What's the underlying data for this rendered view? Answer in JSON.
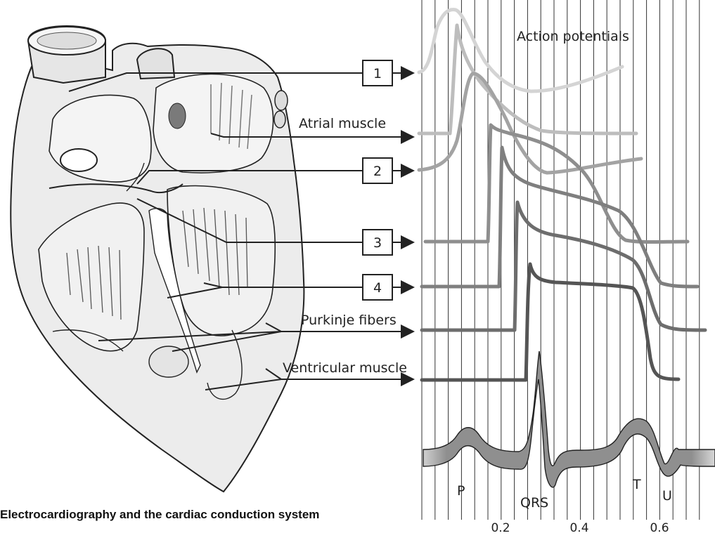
{
  "title_label": "Action potentials",
  "caption": "Electrocardiography and the cardiac conduction system",
  "labels": {
    "atrial_muscle": "Atrial muscle",
    "purkinje_fibers": "Purkinje fibers",
    "ventricular_muscle": "Ventricular muscle"
  },
  "boxes": [
    "1",
    "2",
    "3",
    "4"
  ],
  "ecg_waves": {
    "p": "P",
    "qrs": "QRS",
    "t": "T",
    "u": "U"
  },
  "time_axis": {
    "ticks": [
      "0.2",
      "0.4",
      "0.6"
    ]
  },
  "colors": {
    "trace_lightest": "#d4d4d4",
    "trace_light": "#bdbdbd",
    "trace_mid": "#a3a3a3",
    "trace_dark": "#8a8a8a",
    "trace_darker": "#777777",
    "trace_darkest": "#555555",
    "heart_fill": "#eeeeee",
    "ink": "#222222"
  }
}
